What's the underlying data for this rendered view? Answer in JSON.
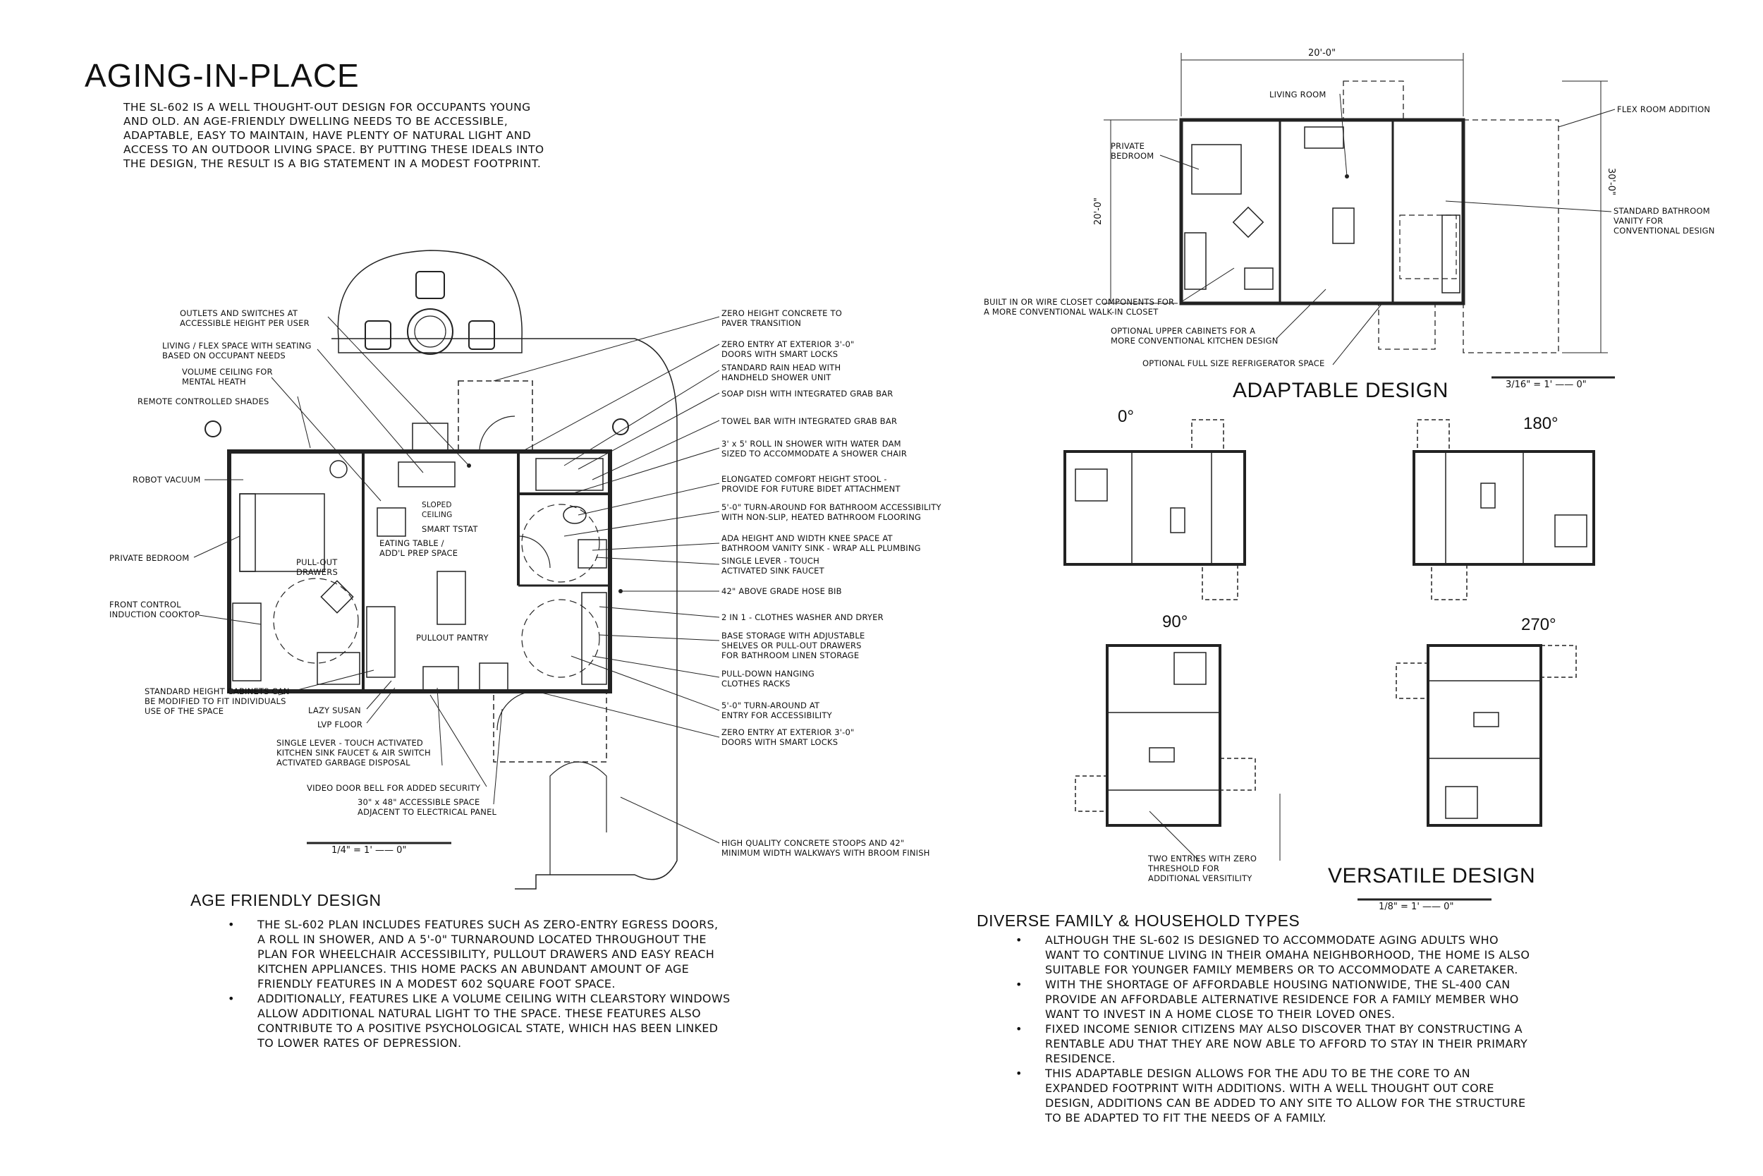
{
  "title": "AGING-IN-PLACE",
  "intro": [
    "THE SL-602 IS A WELL THOUGHT-OUT DESIGN FOR OCCUPANTS YOUNG",
    "AND OLD.  AN AGE-FRIENDLY DWELLING NEEDS TO BE ACCESSIBLE,",
    "ADAPTABLE, EASY TO MAINTAIN, HAVE PLENTY OF NATURAL LIGHT AND",
    "ACCESS TO AN OUTDOOR LIVING SPACE.  BY PUTTING THESE IDEALS INTO",
    "THE DESIGN, THE RESULT IS A BIG STATEMENT IN A MODEST FOOTPRINT."
  ],
  "main_plan": {
    "left_notes": [
      "OUTLETS AND SWITCHES AT\nACCESSIBLE HEIGHT PER USER",
      "LIVING / FLEX SPACE WITH SEATING\nBASED ON OCCUPANT NEEDS",
      "VOLUME CEILING FOR\nMENTAL HEATH",
      "REMOTE CONTROLLED SHADES",
      "ROBOT VACUUM",
      "PRIVATE BEDROOM",
      "FRONT CONTROL\nINDUCTION COOKTOP",
      "STANDARD HEIGHT CABINETS CAN\nBE MODIFIED TO FIT INDIVIDUALS\nUSE OF THE SPACE",
      "LAZY SUSAN",
      "LVP FLOOR",
      "SINGLE LEVER - TOUCH ACTIVATED\nKITCHEN SINK FAUCET & AIR SWITCH\nACTIVATED GARBAGE DISPOSAL",
      "VIDEO DOOR BELL FOR ADDED SECURITY",
      "30\" x 48\" ACCESSIBLE SPACE\nADJACENT TO ELECTRICAL PANEL"
    ],
    "inner_notes": [
      "SLOPED\nCEILING",
      "SMART TSTAT",
      "EATING TABLE /\nADD'L PREP SPACE",
      "PULL-OUT\nDRAWERS",
      "PULLOUT PANTRY"
    ],
    "right_notes": [
      "ZERO HEIGHT CONCRETE TO\nPAVER TRANSITION",
      "ZERO ENTRY AT EXTERIOR 3'-0\"\nDOORS WITH SMART LOCKS",
      "STANDARD RAIN HEAD WITH\nHANDHELD SHOWER UNIT",
      "SOAP DISH WITH INTEGRATED GRAB BAR",
      "TOWEL BAR WITH INTEGRATED GRAB BAR",
      "3' x 5' ROLL IN SHOWER WITH WATER DAM\nSIZED TO ACCOMMODATE A SHOWER CHAIR",
      "ELONGATED COMFORT HEIGHT STOOL -\nPROVIDE FOR FUTURE BIDET ATTACHMENT",
      "5'-0\" TURN-AROUND FOR BATHROOM ACCESSIBILITY\nWITH NON-SLIP, HEATED BATHROOM FLOORING",
      "ADA HEIGHT AND WIDTH KNEE SPACE AT\nBATHROOM VANITY SINK - WRAP ALL PLUMBING",
      "SINGLE LEVER - TOUCH\nACTIVATED SINK FAUCET",
      "42\" ABOVE GRADE HOSE BIB",
      "2 IN 1 - CLOTHES WASHER AND DRYER",
      "BASE STORAGE WITH ADJUSTABLE\nSHELVES OR PULL-OUT DRAWERS\nFOR BATHROOM LINEN STORAGE",
      "PULL-DOWN HANGING\nCLOTHES RACKS",
      "5'-0\" TURN-AROUND AT\nENTRY FOR ACCESSIBILITY",
      "ZERO ENTRY AT EXTERIOR 3'-0\"\nDOORS WITH SMART LOCKS",
      "HIGH QUALITY CONCRETE STOOPS AND 42\"\nMINIMUM WIDTH WALKWAYS WITH BROOM FINISH"
    ],
    "scale": "1/4\" = 1'  ——  0\""
  },
  "adaptable": {
    "heading": "ADAPTABLE DESIGN",
    "dim_top": "20'-0\"",
    "dim_left": "20'-0\"",
    "dim_right": "30'-0\"",
    "notes": [
      "LIVING ROOM",
      "FLEX ROOM ADDITION",
      "PRIVATE\nBEDROOM",
      "STANDARD BATHROOM\nVANITY FOR\nCONVENTIONAL DESIGN",
      "BUILT IN OR WIRE CLOSET COMPONENTS FOR\nA MORE CONVENTIONAL WALK-IN CLOSET",
      "OPTIONAL UPPER CABINETS FOR A\nMORE CONVENTIONAL KITCHEN DESIGN",
      "OPTIONAL FULL SIZE REFRIGERATOR SPACE"
    ],
    "scale": "3/16\" = 1'  ——  0\""
  },
  "versatile": {
    "heading": "VERSATILE DESIGN",
    "rotations": [
      "0°",
      "180°",
      "90°",
      "270°"
    ],
    "note": "TWO ENTRIES WITH ZERO\nTHRESHOLD FOR\nADDITIONAL VERSITILITY",
    "scale": "1/8\" = 1'  ——  0\""
  },
  "age_friendly": {
    "heading": "AGE FRIENDLY DESIGN",
    "bullet": "•",
    "items": [
      [
        "THE SL-602 PLAN INCLUDES FEATURES SUCH AS ZERO-ENTRY EGRESS DOORS,",
        "A ROLL IN SHOWER, AND A 5'-0\" TURNAROUND LOCATED THROUGHOUT THE",
        "PLAN FOR WHEELCHAIR ACCESSIBILITY, PULLOUT DRAWERS AND EASY REACH",
        "KITCHEN APPLIANCES.  THIS HOME PACKS AN ABUNDANT AMOUNT OF AGE",
        "FRIENDLY FEATURES IN A MODEST 602 SQUARE FOOT SPACE."
      ],
      [
        "ADDITIONALLY, FEATURES LIKE A VOLUME CEILING WITH CLEARSTORY WINDOWS",
        "ALLOW ADDITIONAL NATURAL LIGHT TO THE SPACE. THESE FEATURES ALSO",
        "CONTRIBUTE TO A POSITIVE PSYCHOLOGICAL STATE, WHICH HAS BEEN LINKED",
        "TO LOWER RATES OF DEPRESSION."
      ]
    ]
  },
  "diverse": {
    "heading": "DIVERSE FAMILY & HOUSEHOLD TYPES",
    "bullet": "•",
    "items": [
      [
        "ALTHOUGH THE SL-602 IS DESIGNED TO ACCOMMODATE AGING ADULTS WHO",
        "WANT TO CONTINUE LIVING IN THEIR OMAHA NEIGHBORHOOD, THE HOME IS ALSO",
        "SUITABLE FOR YOUNGER FAMILY MEMBERS OR TO ACCOMMODATE A CARETAKER."
      ],
      [
        "WITH THE SHORTAGE OF AFFORDABLE HOUSING NATIONWIDE, THE SL-400 CAN",
        "PROVIDE AN AFFORDABLE ALTERNATIVE RESIDENCE FOR A FAMILY MEMBER WHO",
        "WANT TO INVEST IN A HOME CLOSE TO THEIR LOVED ONES."
      ],
      [
        "FIXED INCOME SENIOR CITIZENS MAY ALSO DISCOVER THAT BY CONSTRUCTING A",
        "RENTABLE ADU THAT THEY ARE NOW ABLE TO AFFORD TO STAY IN THEIR PRIMARY",
        "RESIDENCE."
      ],
      [
        "THIS ADAPTABLE DESIGN ALLOWS FOR THE ADU TO BE THE CORE TO AN",
        "EXPANDED FOOTPRINT WITH ADDITIONS.  WITH A WELL THOUGHT OUT CORE",
        "DESIGN, ADDITIONS CAN BE ADDED TO ANY SITE TO ALLOW FOR THE STRUCTURE",
        "TO BE ADAPTED TO FIT THE NEEDS OF A FAMILY."
      ]
    ]
  }
}
